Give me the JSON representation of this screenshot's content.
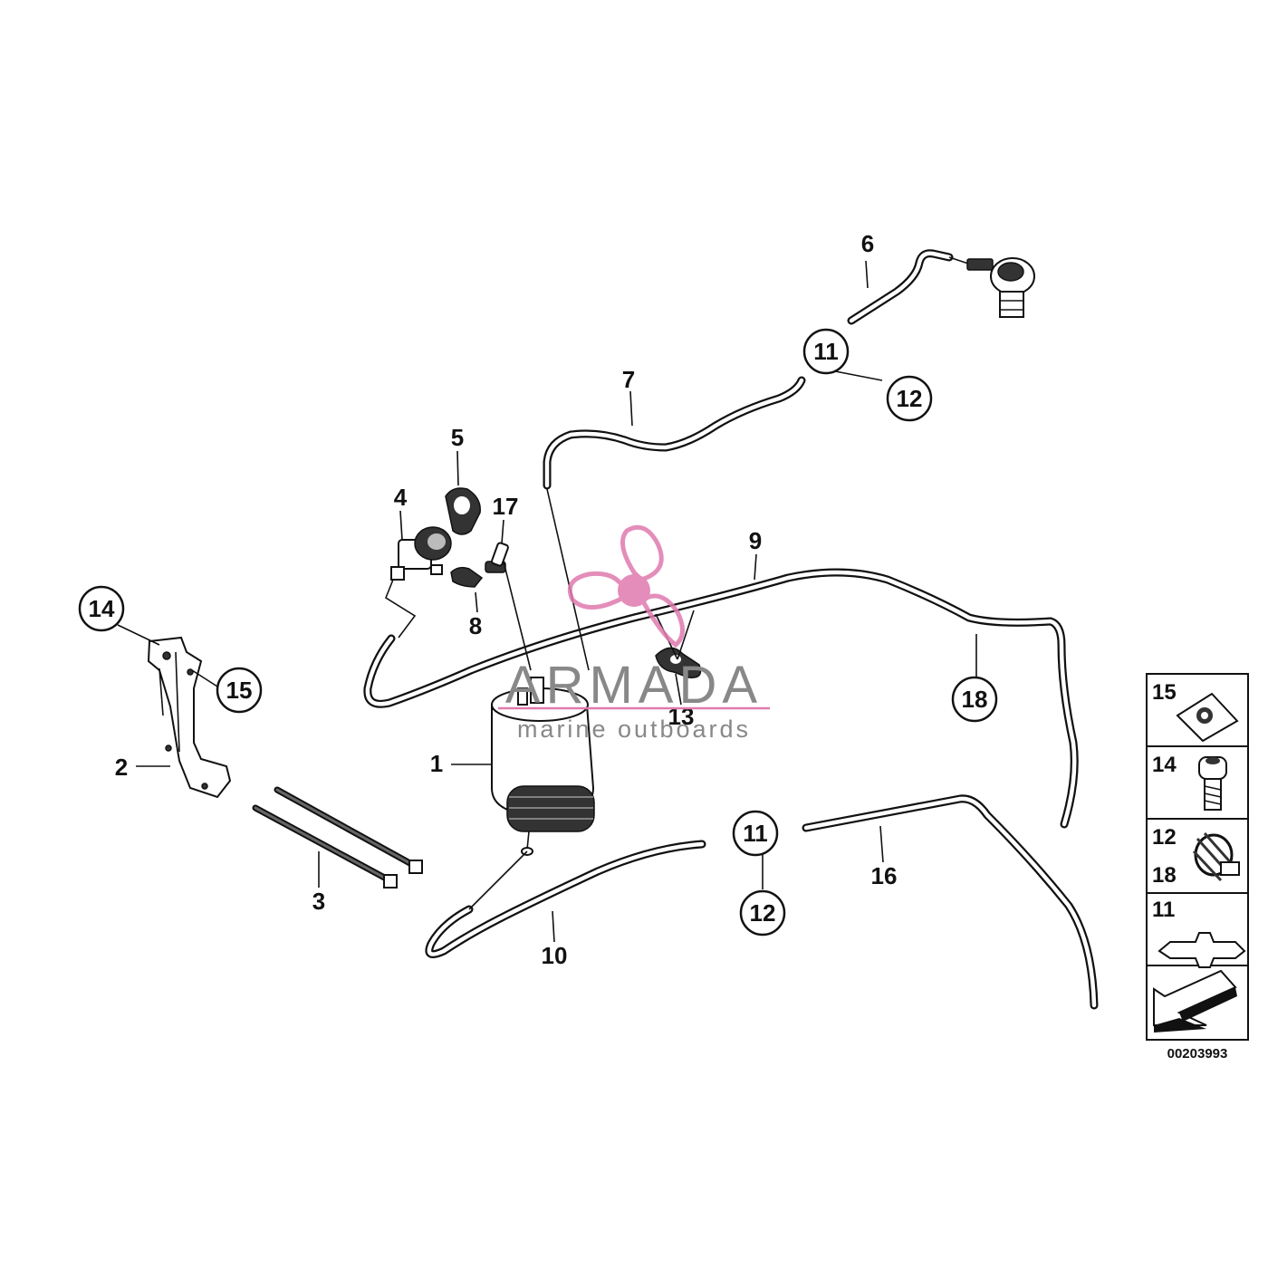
{
  "diagram": {
    "part_numbers": {
      "p1": "1",
      "p2": "2",
      "p3": "3",
      "p4": "4",
      "p5": "5",
      "p6": "6",
      "p7": "7",
      "p8": "8",
      "p9": "9",
      "p10": "10",
      "p13": "13",
      "p16": "16",
      "p17": "17"
    },
    "circled_numbers": {
      "c11_top": "11",
      "c12_top": "12",
      "c14": "14",
      "c15": "15",
      "c18": "18",
      "c11_bottom": "11",
      "c12_bottom": "12"
    },
    "legend": {
      "items": [
        {
          "label": "15",
          "icon": "spring-nut-icon"
        },
        {
          "label": "14",
          "icon": "bolt-icon"
        },
        {
          "label": "12",
          "label2": "18",
          "icon": "hose-clamp-icon"
        },
        {
          "label": "11",
          "icon": "connector-icon"
        }
      ],
      "arrow_icon": "direction-arrow-icon"
    },
    "diagram_number": "00203993"
  },
  "watermark": {
    "brand": "ARMADA",
    "tagline": "marine outboards",
    "logo_icon": "propeller-icon",
    "color": "#E07AAE"
  }
}
